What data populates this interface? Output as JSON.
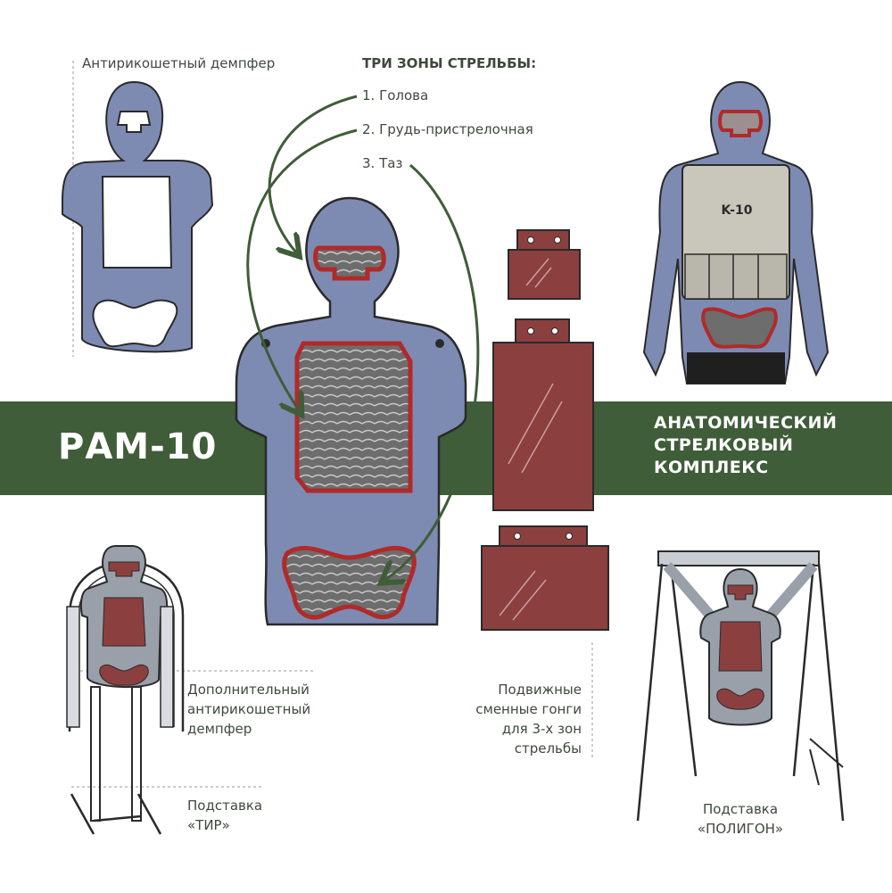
{
  "product": {
    "name": "РАМ-10",
    "subtitle_lines": [
      "АНАТОМИЧЕСКИЙ",
      "СТРЕЛКОВЫЙ",
      "КОМПЛЕКС"
    ]
  },
  "zones": {
    "title": "ТРИ ЗОНЫ СТРЕЛЬБЫ:",
    "items": [
      "1. Голова",
      "2. Грудь-пристрелочная",
      "3. Таз"
    ]
  },
  "labels": {
    "damper": "Антирикошетный демпфер",
    "extra_damper_lines": [
      "Дополнительный",
      "антирикошетный",
      "демпфер"
    ],
    "gongs_lines": [
      "Подвижные",
      "сменные гонги",
      "для 3-х зон",
      "стрельбы"
    ],
    "stand_tir_lines": [
      "Подставка",
      "«ТИР»"
    ],
    "stand_poligon_lines": [
      "Подставка",
      "«ПОЛИГОН»"
    ],
    "vest_text": "K-10"
  },
  "colors": {
    "banner": "#3f5d38",
    "silhouette": "#7d8bb3",
    "gong": "#8c3f3f",
    "zone_outline": "#b02a2a",
    "text": "#3d4a3b",
    "arrow": "#3f5d38"
  }
}
